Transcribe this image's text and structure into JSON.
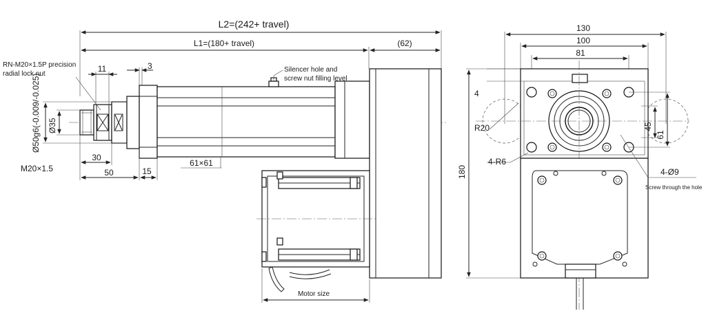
{
  "side_view": {
    "l2_label": "L2=(242+ travel)",
    "l1_label": "L1=(180+ travel)",
    "dim_62": "(62)",
    "nut_note_line1": "RN-M20×1.5P precision",
    "nut_note_line2": "radial lock nut",
    "dim_11": "11",
    "dim_3": "3",
    "silencer_line1": "Silencer hole and",
    "silencer_line2": "screw nut filling level",
    "dia_50": "Ø50g6(-0.009/-0.025)",
    "dia_35": "Ø35",
    "dim_30": "30",
    "dim_50": "50",
    "dim_15": "15",
    "thread_label": "M20×1.5",
    "profile_label": "61×61",
    "motor_size_label": "Motor size"
  },
  "end_view": {
    "dim_130": "130",
    "dim_100": "100",
    "dim_81": "81",
    "dim_4": "4",
    "r20_label": "R20",
    "r6_label": "4-R6",
    "dim_45": "45",
    "dim_61": "61",
    "dim_180": "180",
    "hole_label": "4-Ø9",
    "hole_note": "Screw through the hole"
  }
}
